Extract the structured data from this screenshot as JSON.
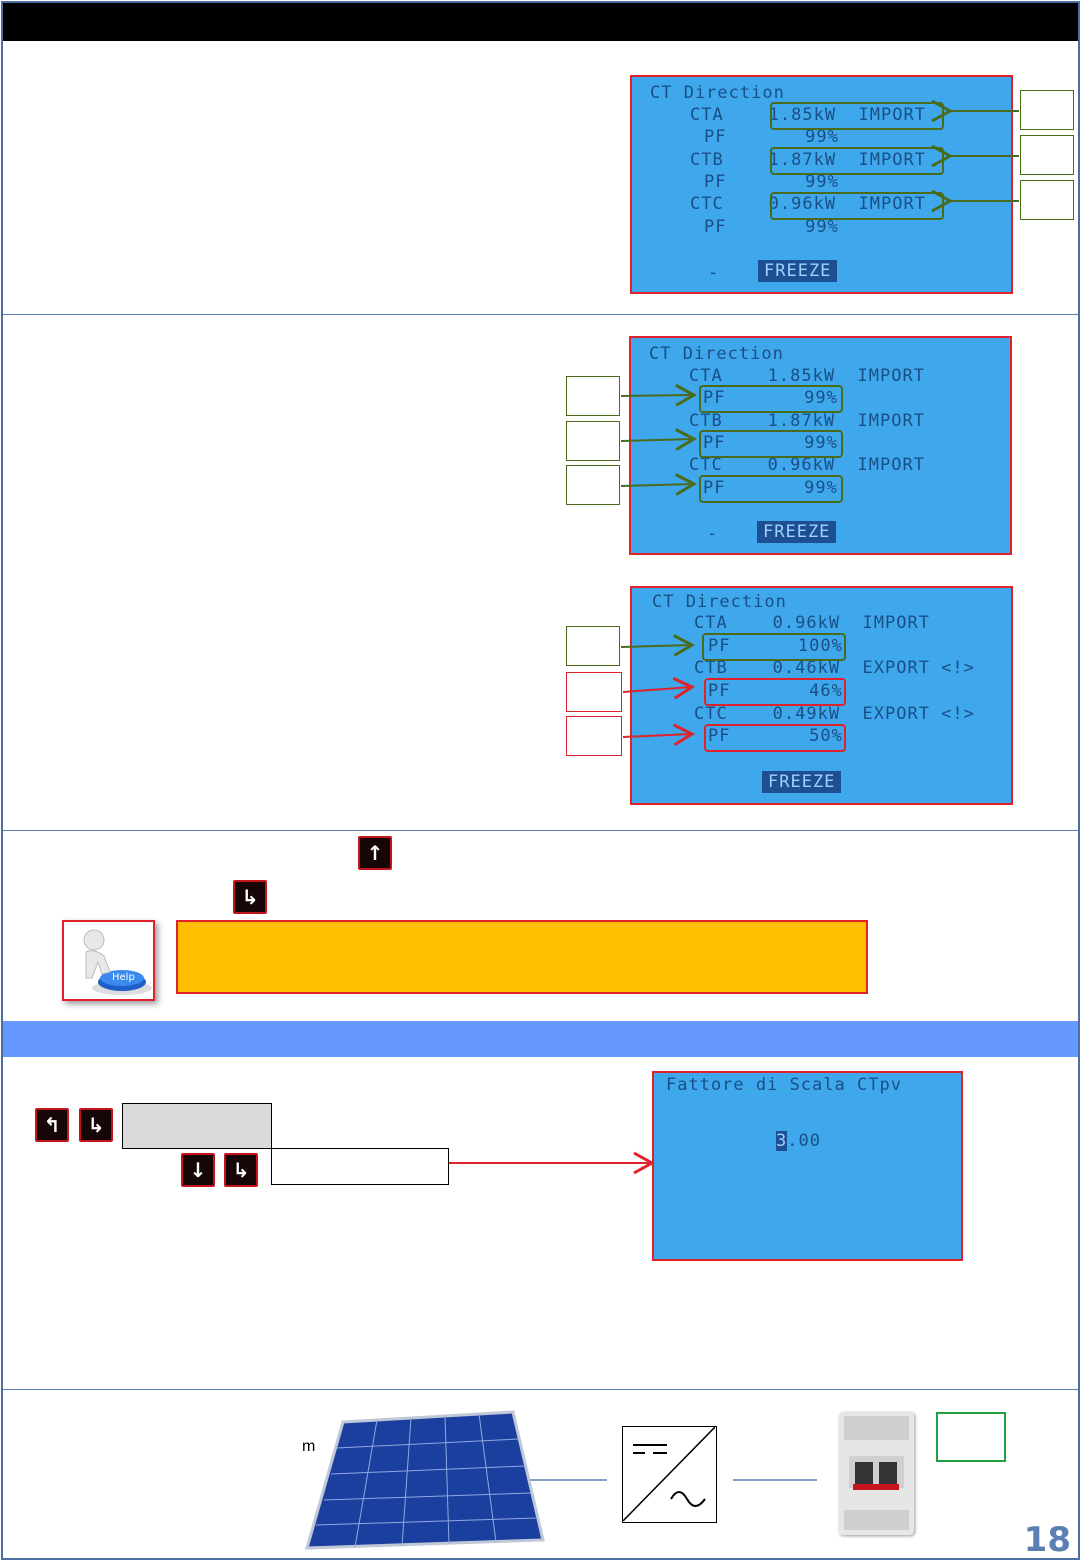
{
  "lcd1": {
    "title": "CT Direction",
    "rows": [
      "CTA    1.85kW  IMPORT",
      "PF       99%",
      "CTB    1.87kW  IMPORT",
      "PF       99%",
      "CTC    0.96kW  IMPORT",
      "PF       99%"
    ],
    "dash": "-",
    "button": "FREEZE"
  },
  "lcd2": {
    "title": "CT Direction",
    "rows": [
      "CTA    1.85kW  IMPORT",
      "PF       99%",
      "CTB    1.87kW  IMPORT",
      "PF       99%",
      "CTC    0.96kW  IMPORT",
      "PF       99%"
    ],
    "dash": "-",
    "button": "FREEZE"
  },
  "lcd3": {
    "title": "CT Direction",
    "rows": [
      "CTA    0.96kW  IMPORT",
      "PF      100%",
      "CTB    0.46kW  EXPORT <!>",
      "PF       46%",
      "CTC    0.49kW  EXPORT <!>",
      "PF       50%"
    ],
    "button": "FREEZE"
  },
  "lcd4": {
    "title": "Fattore di Scala CTpv",
    "value_cursor": "3",
    "value_rest": ".00"
  },
  "keys": {
    "up": "↑",
    "enter": "↳",
    "up_corner": "↰",
    "down": "↓"
  },
  "icons": {
    "help": "help-icon",
    "solar": "solar-panel-icon",
    "inverter": "inverter-icon",
    "breaker": "circuit-breaker-icon"
  },
  "help_button_text": "Help",
  "misc": {
    "m": "m",
    "page": "18"
  },
  "colors": {
    "lcd": "#3fa8ec",
    "accent_red": "#e0222a",
    "green": "#4a6a1c",
    "yellow": "#ffbf00",
    "band": "#6699ff"
  }
}
